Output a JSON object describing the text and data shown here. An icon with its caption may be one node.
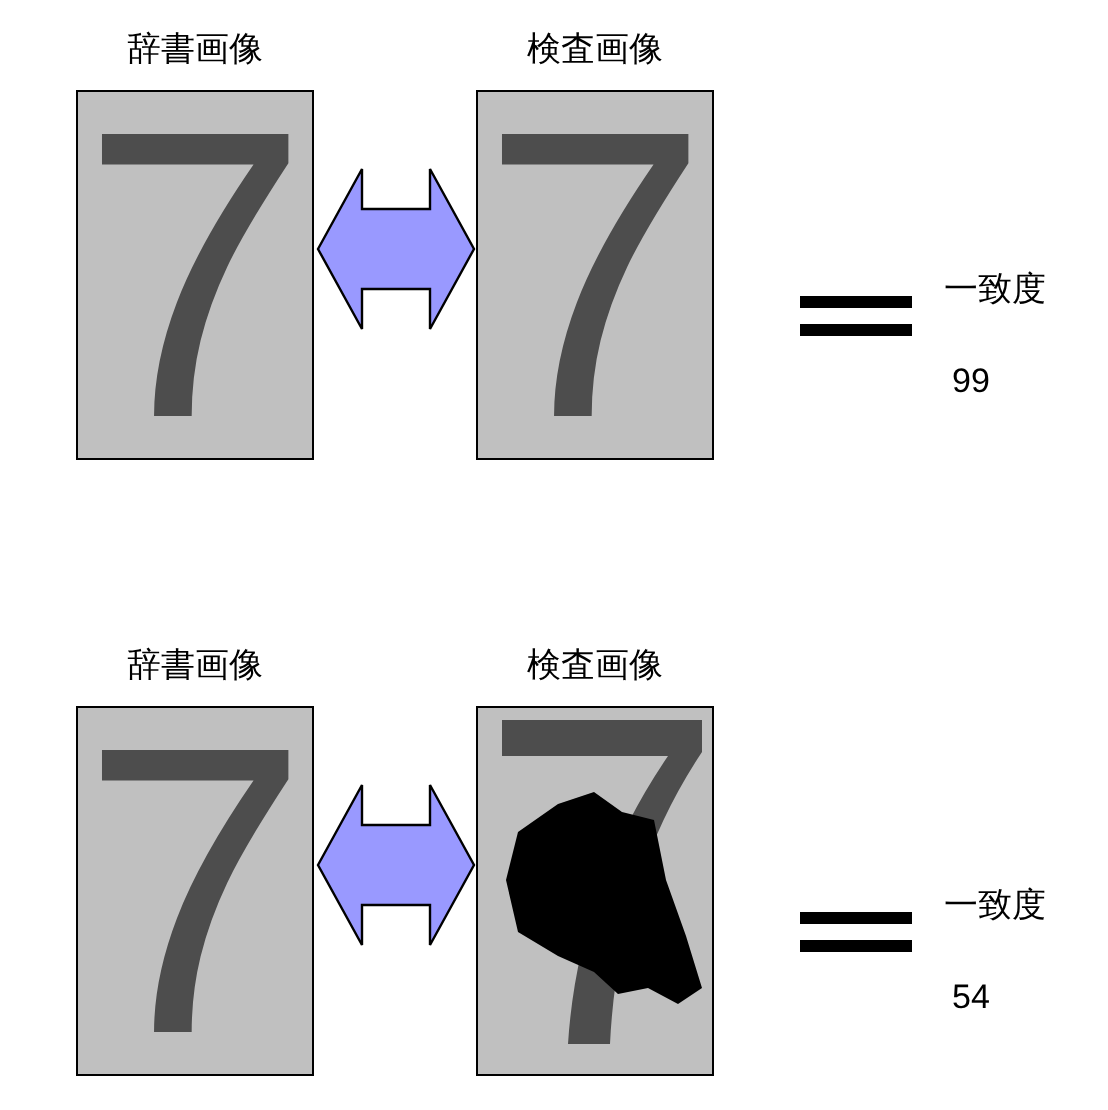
{
  "diagram": {
    "nodes": [
      {
        "text": [
          "辞書画像",
          "7"
        ]
      },
      {
        "text": [
          "検査画像",
          "7"
        ]
      },
      {
        "text": [
          "辞書画像",
          "7"
        ]
      },
      {
        "text": [
          "検査画像"
        ]
      }
    ],
    "edges": [
      {
        "from": 0,
        "to": 1,
        "arrow": "both"
      },
      {
        "from": 2,
        "to": 3,
        "arrow": "both"
      }
    ],
    "labels": [
      "一致度",
      "99",
      "一致度",
      "54"
    ]
  }
}
